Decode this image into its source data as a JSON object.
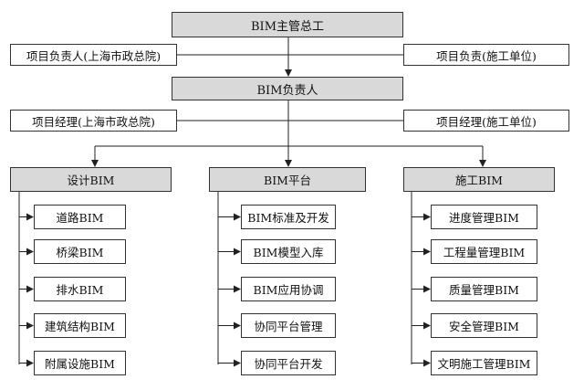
{
  "top": {
    "label": "BIM主管总工"
  },
  "row1": {
    "left": "项目负责人(上海市政总院)",
    "right": "项目负责(施工单位)"
  },
  "manager": {
    "label": "BIM负责人"
  },
  "row2": {
    "left": "项目经理(上海市政总院)",
    "right": "项目经理(施工单位)"
  },
  "columns": [
    {
      "title": "设计BIM",
      "items": [
        "道路BIM",
        "桥梁BIM",
        "排水BIM",
        "建筑结构BIM",
        "附属设施BIM"
      ]
    },
    {
      "title": "BIM平台",
      "items": [
        "BIM标准及开发",
        "BIM模型入库",
        "BIM应用协调",
        "协同平台管理",
        "协同平台开发"
      ]
    },
    {
      "title": "施工BIM",
      "items": [
        "进度管理BIM",
        "工程量管理BIM",
        "质量管理BIM",
        "安全管理BIM",
        "文明施工管理BIM"
      ]
    }
  ]
}
